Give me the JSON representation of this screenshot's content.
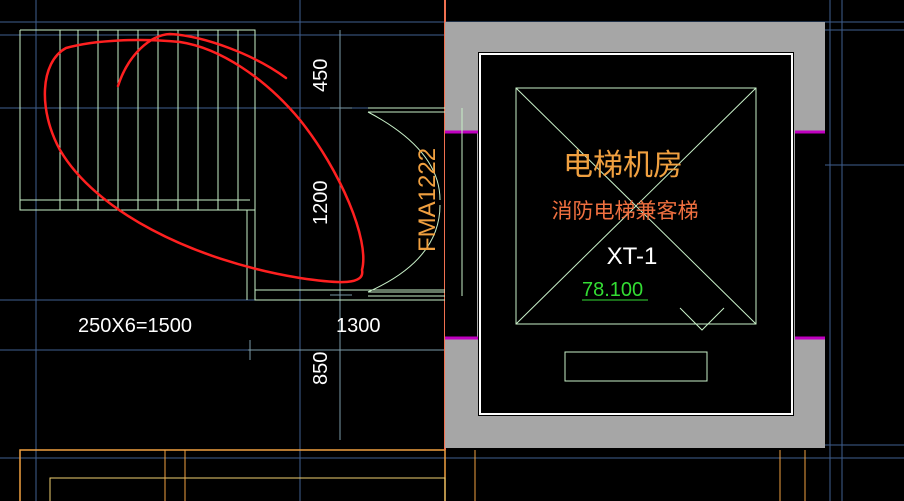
{
  "room": {
    "name": "电梯机房",
    "subtitle": "消防电梯兼客梯",
    "elevator_code": "XT-1",
    "elevation": "78.100"
  },
  "door": {
    "label": "FMA1222"
  },
  "stair": {
    "tread_note": "250X6=1500"
  },
  "dimensions": {
    "top": "450",
    "middle": "1200",
    "bottom": "850",
    "width": "1300"
  },
  "colors": {
    "background": "#000000",
    "wall_fill": "#a6a6a6",
    "grid_line": "#3f5f8f",
    "stair_line": "#c8f0c8",
    "orange_text": "#f0a040",
    "text_white": "#ffffff",
    "elevation_green": "#33dd33",
    "red_annotation": "#ff2020",
    "magenta": "#c000c0"
  }
}
